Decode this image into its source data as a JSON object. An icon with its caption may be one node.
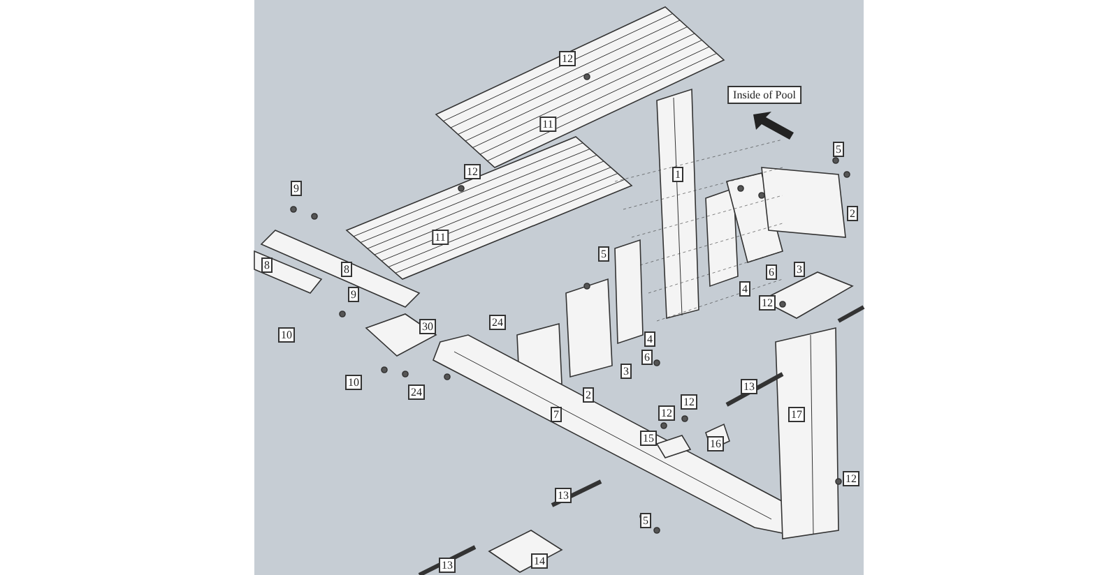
{
  "diagram": {
    "labels": [
      "12",
      "Inside of Pool",
      "11",
      "5",
      "1",
      "12",
      "9",
      "2",
      "11",
      "5",
      "8",
      "8",
      "3",
      "6",
      "4",
      "9",
      "12",
      "24",
      "30",
      "10",
      "4",
      "6",
      "3",
      "10",
      "13",
      "24",
      "2",
      "12",
      "12",
      "7",
      "17",
      "15",
      "16",
      "12",
      "13",
      "5",
      "14",
      "13"
    ]
  }
}
